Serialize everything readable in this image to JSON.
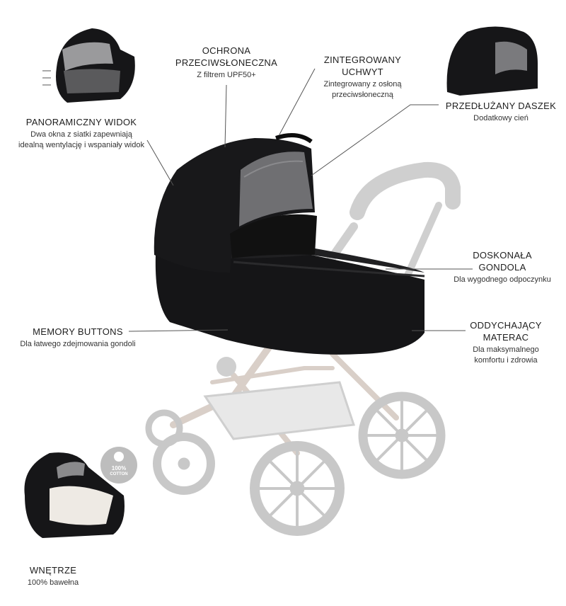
{
  "features": {
    "sun_protection": {
      "title_line1": "OCHRONA",
      "title_line2": "PRZECIWSŁONECZNA",
      "desc": "Z filtrem UPF50+"
    },
    "integrated_handle": {
      "title_line1": "ZINTEGROWANY",
      "title_line2": "UCHWYT",
      "desc_line1": "Zintegrowany z osłoną",
      "desc_line2": "przeciwsłoneczną"
    },
    "extended_hood": {
      "title": "PRZEDŁUŻANY DASZEK",
      "desc": "Dodatkowy cień"
    },
    "panoramic_view": {
      "title": "PANORAMICZNY WIDOK",
      "desc_line1": "Dwa okna z siatki zapewniają",
      "desc_line2": "idealną wentylację i wspaniały widok"
    },
    "perfect_carrycot": {
      "title_line1": "DOSKONAŁA",
      "title_line2": "GONDOLA",
      "desc": "Dla wygodnego odpoczynku"
    },
    "memory_buttons": {
      "title": "MEMORY BUTTONS",
      "desc": "Dla łatwego zdejmowania gondoli"
    },
    "breathable_mattress": {
      "title_line1": "ODDYCHAJĄCY",
      "title_line2": "MATERAC",
      "desc_line1": "Dla maksymalnego",
      "desc_line2": "komfortu i zdrowia"
    },
    "interior": {
      "title": "WNĘTRZE",
      "desc": "100% bawełna"
    }
  },
  "cotton_badge": {
    "line1": "100%",
    "line2": "COTTON"
  },
  "colors": {
    "fabric": "#151517",
    "frame": "#cfcfcf",
    "wheel": "#c8c8c8",
    "line": "#555555"
  }
}
